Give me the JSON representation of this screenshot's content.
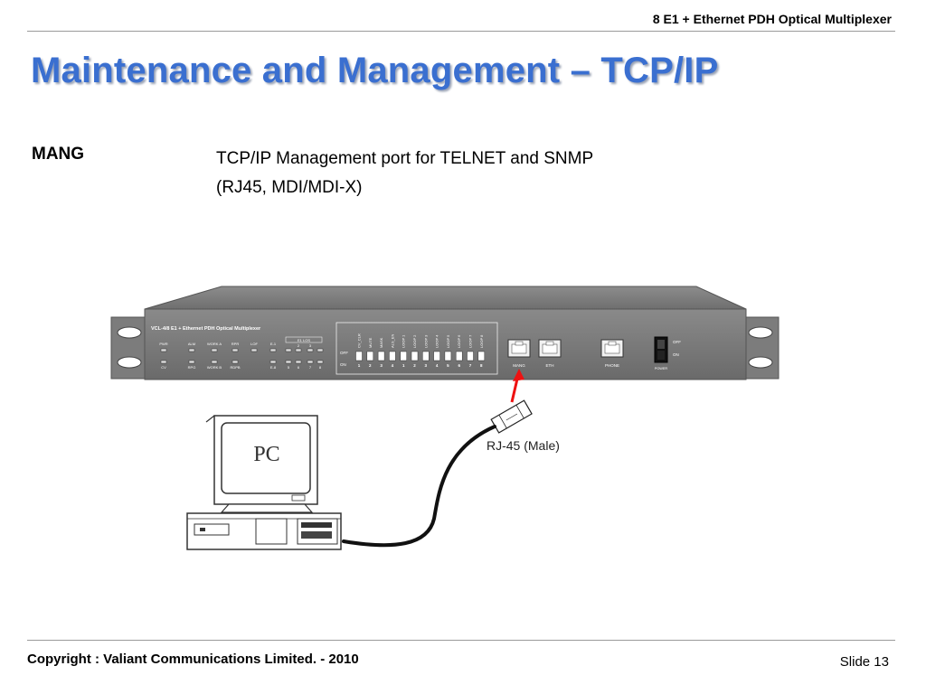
{
  "header": {
    "title": "8 E1 + Ethernet PDH Optical Multiplexer"
  },
  "slide": {
    "title": "Maintenance and Management – TCP/IP",
    "term": "MANG",
    "description_lines": [
      "TCP/IP Management port for TELNET and SNMP",
      "(RJ45, MDI/MDI-X)"
    ]
  },
  "diagram": {
    "device_label": "VCL-4/8 E1 + Ethernet PDH Optical Multiplexer",
    "led_labels_top": [
      "PWR",
      "ALM",
      "WORK A",
      "RPR",
      "LOF",
      "E-1"
    ],
    "led_labels_bottom": [
      "CV",
      "RPG",
      "WORK B",
      "RDPB",
      "E-8"
    ],
    "e1_los_label": "E1 LOS",
    "e1_los_top": [
      "2",
      "3"
    ],
    "e1_los_bottom": [
      "5",
      "6",
      "7",
      "8"
    ],
    "dip_vertical_labels": [
      "CV_CLR",
      "MUTE",
      "MASK",
      "ALS_EN",
      "LOOP 1",
      "LOOP 2",
      "LOOP 3",
      "LOOP 4",
      "LOOP 5",
      "LOOP 6",
      "LOOP 7",
      "LOOP 8"
    ],
    "dip_off": "OFF",
    "dip_on": "ON",
    "dip_numbers": [
      "1",
      "2",
      "3",
      "4",
      "1",
      "2",
      "3",
      "4",
      "5",
      "6",
      "7",
      "8"
    ],
    "port_labels": [
      "MANG",
      "ETH",
      "PHONE"
    ],
    "power_off": "OFF",
    "power_on": "ON",
    "power_label": "POWER",
    "connector_label": "RJ-45 (Male)",
    "pc_label": "PC"
  },
  "footer": {
    "copyright": "Copyright : Valiant Communications Limited. - 2010",
    "slide_number": "Slide 13"
  }
}
